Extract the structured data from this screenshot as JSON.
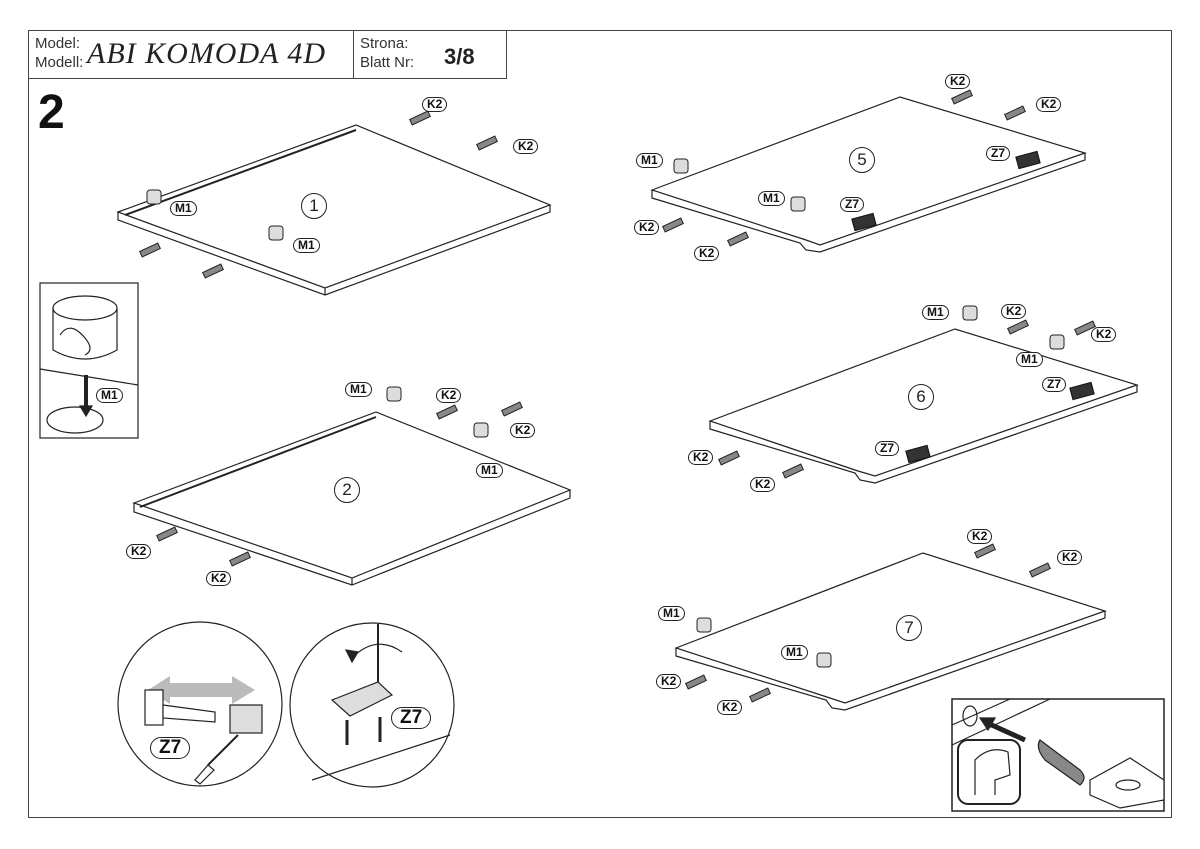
{
  "header": {
    "model_label_pl": "Model:",
    "model_label_de": "Modell:",
    "model_name": "ABI KOMODA 4D",
    "page_label_pl": "Strona:",
    "page_label_de": "Blatt Nr:",
    "page_value": "3/8"
  },
  "step_number": "2",
  "panels": [
    {
      "id": "1",
      "labels": [
        "K2",
        "K2",
        "M1",
        "M1"
      ]
    },
    {
      "id": "2",
      "labels": [
        "M1",
        "K2",
        "K2",
        "M1",
        "K2",
        "K2"
      ]
    },
    {
      "id": "5",
      "labels": [
        "K2",
        "K2",
        "M1",
        "Z7",
        "M1",
        "Z7",
        "K2",
        "K2"
      ]
    },
    {
      "id": "6",
      "labels": [
        "M1",
        "K2",
        "K2",
        "M1",
        "Z7",
        "Z7",
        "K2",
        "K2"
      ]
    },
    {
      "id": "7",
      "labels": [
        "K2",
        "K2",
        "M1",
        "M1",
        "K2",
        "K2"
      ]
    }
  ],
  "details": {
    "cam_lock_label": "M1",
    "hinge_label": "Z7",
    "hinge_mount_label": "Z7"
  },
  "icons": [
    "cam-lock-icon",
    "dowel-icon",
    "hinge-icon",
    "screwdriver-icon",
    "rotate-arrow-icon",
    "safety-goggles-icon"
  ]
}
